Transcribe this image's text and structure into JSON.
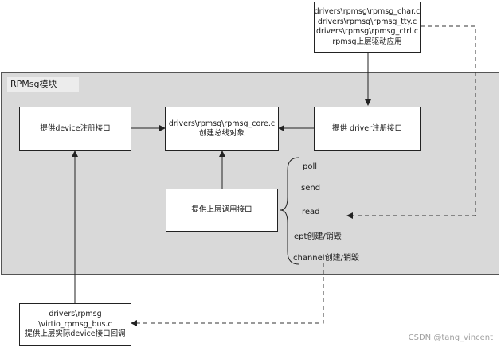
{
  "module": {
    "title": "RPMsg模块"
  },
  "boxes": {
    "upper_driver": [
      "drivers\\rpmsg\\rpmsg_char.c",
      "drivers\\rpmsg\\rpmsg_tty.c",
      "drivers\\rpmsg\\rpmsg_ctrl.c",
      "rpmsg上层驱动应用"
    ],
    "device_register": [
      "提供device注册接口"
    ],
    "core": [
      "drivers\\rpmsg\\rpmsg_core.c",
      "创建总线对象"
    ],
    "driver_register": [
      "提供 driver注册接口"
    ],
    "upper_api": [
      "提供上层调用接口"
    ],
    "virtio_bus": [
      "drivers\\rpmsg",
      "\\virtio_rpmsg_bus.c",
      "提供上层实际device接口回调"
    ]
  },
  "api_list": [
    "poll",
    "send",
    "read",
    "ept创建/销毁",
    "channel创建/销毁"
  ],
  "watermark": "CSDN @tang_vincent"
}
